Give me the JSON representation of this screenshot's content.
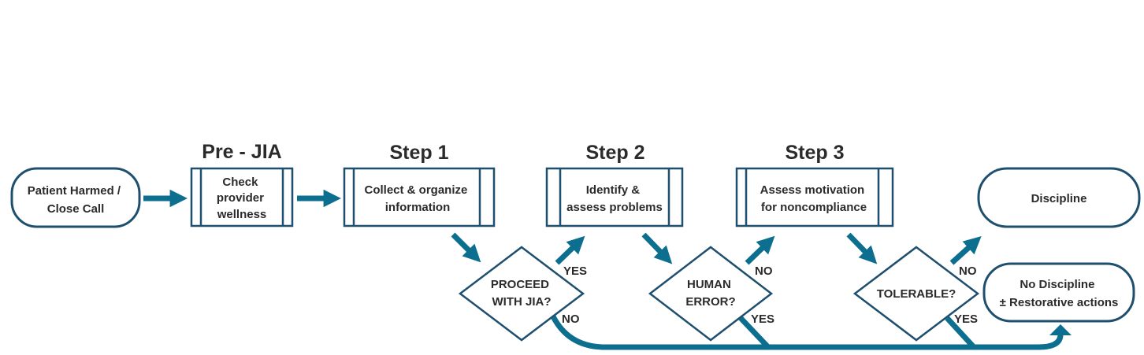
{
  "colors": {
    "primary": "#0d6f8f",
    "border": "#1f4f6e",
    "text": "#2b2b2b",
    "fill": "#ffffff"
  },
  "headings": {
    "pre_jia": "Pre - JIA",
    "step1": "Step 1",
    "step2": "Step 2",
    "step3": "Step 3"
  },
  "nodes": {
    "start": [
      "Patient Harmed /",
      "Close Call"
    ],
    "wellness": [
      "Check",
      "provider",
      "wellness"
    ],
    "collect": [
      "Collect & organize",
      "information"
    ],
    "identify": [
      "Identify &",
      "assess problems"
    ],
    "assess": [
      "Assess motivation",
      "for noncompliance"
    ],
    "discipline": [
      "Discipline"
    ],
    "no_discipline": [
      "No Discipline",
      "± Restorative actions"
    ]
  },
  "decisions": {
    "proceed": [
      "PROCEED",
      "WITH JIA?"
    ],
    "human_error": [
      "HUMAN",
      "ERROR?"
    ],
    "tolerable": [
      "TOLERABLE?"
    ]
  },
  "edge_labels": {
    "proceed_yes": "YES",
    "proceed_no": "NO",
    "human_no": "NO",
    "human_yes": "YES",
    "tolerable_no": "NO",
    "tolerable_yes": "YES"
  }
}
